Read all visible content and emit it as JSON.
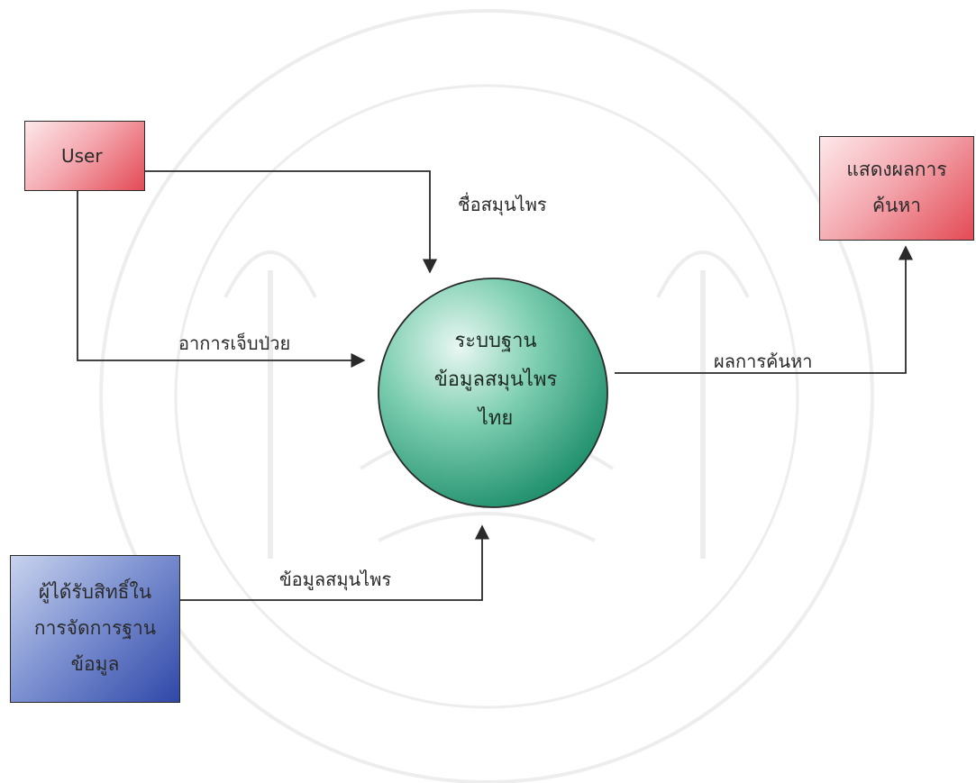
{
  "entities": {
    "user": {
      "label": "User"
    },
    "result_display": {
      "lines": [
        "แสดงผลการ",
        "ค้นหา"
      ]
    },
    "admin": {
      "lines": [
        "ผู้ได้รับสิทธิ์ใน",
        "การจัดการฐาน",
        "ข้อมูล"
      ]
    }
  },
  "process": {
    "lines": [
      "ระบบฐาน",
      "ข้อมูลสมุนไพร",
      "ไทย"
    ]
  },
  "flows": {
    "herb_name": "ชื่อสมุนไพร",
    "symptom": "อาการเจ็บป่วย",
    "search_result": "ผลการค้นหา",
    "herb_data": "ข้อมูลสมุนไพร"
  },
  "colors": {
    "external_entity_red": "#e34a55",
    "external_entity_blue": "#2f48a8",
    "process_green": "#2e9e7a",
    "line": "#2a2a2a"
  }
}
